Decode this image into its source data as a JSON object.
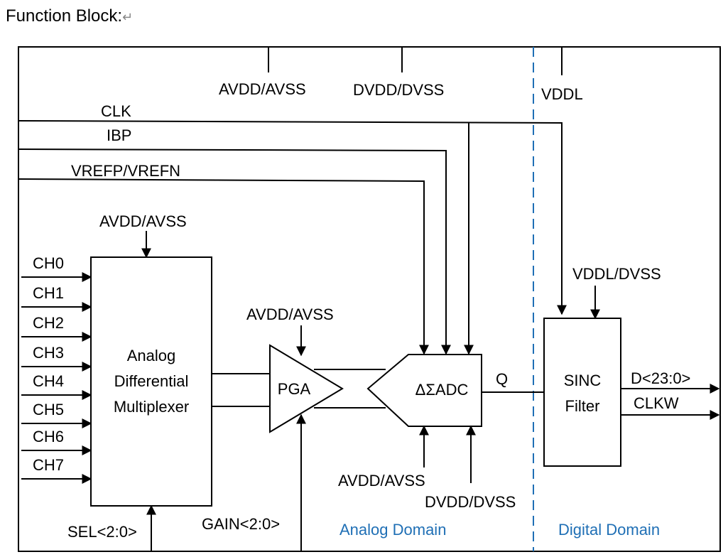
{
  "title": "Function Block:",
  "title_mark": "↵",
  "colors": {
    "line": "#000000",
    "domain_divider": "#1f6fb5",
    "domain_text": "#1f6fb5"
  },
  "supplies": {
    "top_avdd": "AVDD/AVSS",
    "top_dvdd": "DVDD/DVSS",
    "top_vddl": "VDDL",
    "mux_supply": "AVDD/AVSS",
    "pga_supply": "AVDD/AVSS",
    "adc_bottom_avdd": "AVDD/AVSS",
    "adc_bottom_dvdd": "DVDD/DVSS",
    "sinc_supply": "VDDL/DVSS"
  },
  "signals": {
    "clk": "CLK",
    "ibp": "IBP",
    "vref": "VREFP/VREFN",
    "q": "Q"
  },
  "channels": [
    "CH0",
    "CH1",
    "CH2",
    "CH3",
    "CH4",
    "CH5",
    "CH6",
    "CH7"
  ],
  "blocks": {
    "mux": [
      "Analog",
      "Differential",
      "Multiplexer"
    ],
    "pga": "PGA",
    "adc": "ΔΣADC",
    "sinc": [
      "SINC",
      "Filter"
    ]
  },
  "controls": {
    "sel": "SEL<2:0>",
    "gain": "GAIN<2:0>"
  },
  "outputs": {
    "d": "D<23:0>",
    "clkw": "CLKW"
  },
  "domains": {
    "analog": "Analog Domain",
    "digital": "Digital Domain"
  }
}
